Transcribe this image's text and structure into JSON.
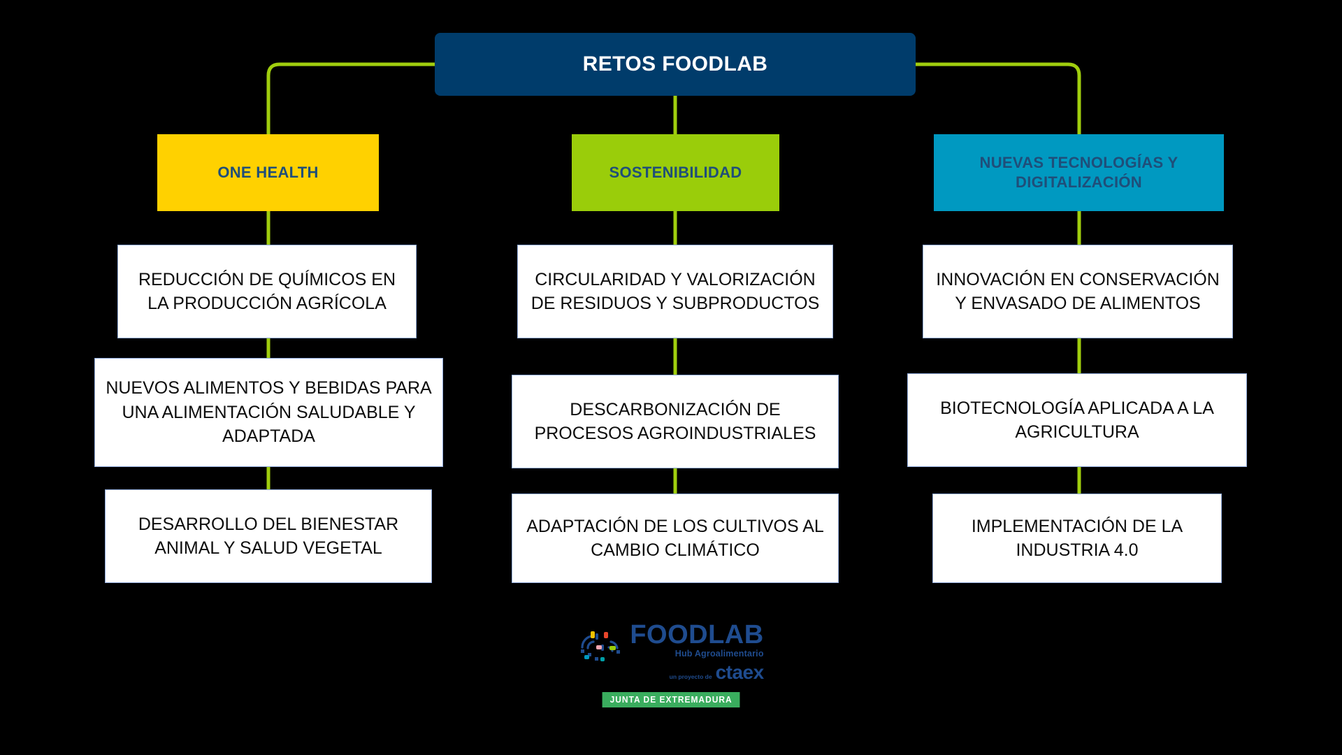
{
  "diagram": {
    "title": "RETOS FOODLAB",
    "background_color": "#000000",
    "root_color": "#003C6B",
    "connector_color": "#A0CE0E",
    "leaf_border_color": "#8FAADC",
    "leaf_text_color": "#0D0D0D",
    "category_text_color": "#1F4E79",
    "columns": [
      {
        "label": "ONE HEALTH",
        "color": "#FFD100",
        "items": [
          "REDUCCIÓN DE QUÍMICOS EN LA PRODUCCIÓN AGRÍCOLA",
          "NUEVOS ALIMENTOS Y BEBIDAS PARA UNA ALIMENTACIÓN SALUDABLE Y ADAPTADA",
          "DESARROLLO DEL BIENESTAR ANIMAL Y SALUD VEGETAL"
        ]
      },
      {
        "label": "SOSTENIBILIDAD",
        "color": "#9ACD0A",
        "items": [
          "CIRCULARIDAD Y VALORIZACIÓN DE RESIDUOS Y SUBPRODUCTOS",
          "DESCARBONIZACIÓN DE PROCESOS AGROINDUSTRIALES",
          "ADAPTACIÓN DE LOS CULTIVOS AL CAMBIO CLIMÁTICO"
        ]
      },
      {
        "label": "NUEVAS TECNOLOGÍAS Y DIGITALIZACIÓN",
        "color": "#0099C1",
        "items": [
          "INNOVACIÓN EN CONSERVACIÓN Y ENVASADO DE ALIMENTOS",
          "BIOTECNOLOGÍA APLICADA A LA AGRICULTURA",
          "IMPLEMENTACIÓN DE LA INDUSTRIA 4.0"
        ]
      }
    ]
  },
  "footer": {
    "logo_word": "FOODLAB",
    "logo_subtitle": "Hub Agroalimentario",
    "project_prefix": "un proyecto de",
    "project_brand": "ctaex",
    "badge": "JUNTA DE EXTREMADURA",
    "badge_color": "#3AAD5E",
    "logo_color": "#1F4C8F"
  }
}
